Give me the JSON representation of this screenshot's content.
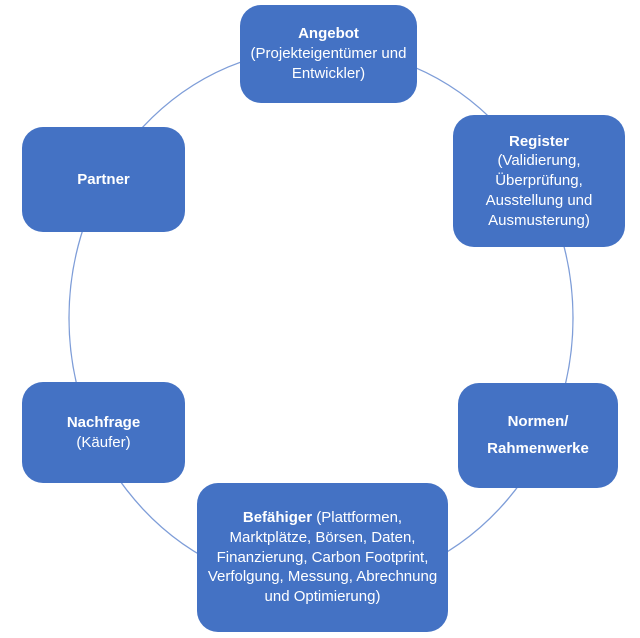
{
  "diagram": {
    "type": "cycle",
    "background_color": "#ffffff",
    "node_fill_color": "#4472C4",
    "node_text_color": "#ffffff",
    "circle_line_color": "#7E9DD8",
    "nodes": {
      "angebot": {
        "title": "Angebot",
        "detail": "(Projekteigentümer und Entwickler)"
      },
      "register": {
        "title": "Register",
        "detail": "(Validierung, Überprüfung, Ausstellung und Ausmusterung)"
      },
      "normen": {
        "title_line1": "Normen/",
        "title_line2": "Rahmenwerke"
      },
      "befaehiger": {
        "title": "Befähiger",
        "detail": "(Plattformen, Marktplätze, Börsen, Daten, Finanzierung, Carbon Footprint, Verfolgung, Messung, Abrechnung und Optimierung)"
      },
      "nachfrage": {
        "title": "Nachfrage",
        "detail": "(Käufer)"
      },
      "partner": {
        "title": "Partner"
      }
    }
  }
}
